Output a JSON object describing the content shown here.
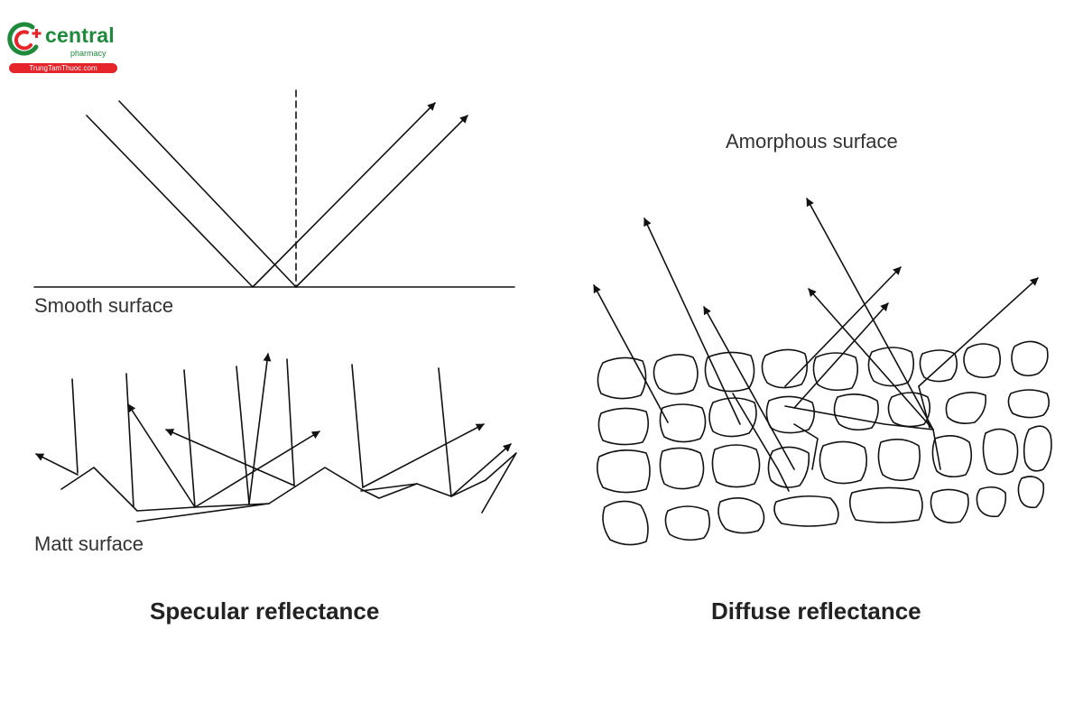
{
  "brand": {
    "name": "central",
    "tagline": "pharmacy",
    "url": "TrungTamThuoc.com",
    "colors": {
      "green": "#1f8a3c",
      "red": "#e5252a"
    }
  },
  "labels": {
    "smooth": "Smooth surface",
    "matt": "Matt surface",
    "amorphous": "Amorphous surface"
  },
  "titles": {
    "specular": "Specular reflectance",
    "diffuse": "Diffuse reflectance"
  }
}
